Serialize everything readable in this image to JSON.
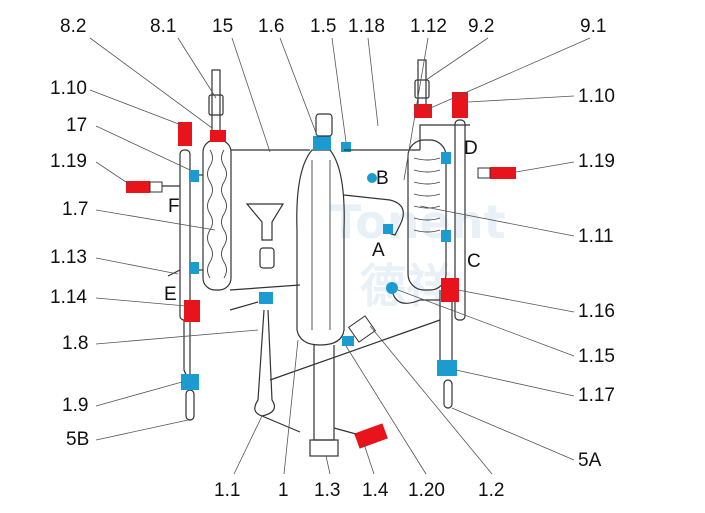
{
  "colors": {
    "stopper_red": "#e8131b",
    "joint_blue": "#1c9bd0",
    "glass_stroke": "#333333",
    "watermark": "#d8e6f3"
  },
  "labels": {
    "top": [
      "8.2",
      "8.1",
      "15",
      "1.6",
      "1.5",
      "1.18",
      "1.12",
      "9.2",
      "9.1"
    ],
    "left": [
      "1.10",
      "17",
      "1.19",
      "1.7",
      "1.13",
      "1.14",
      "1.8",
      "1.9",
      "5B"
    ],
    "right": [
      "1.10",
      "1.19",
      "1.11",
      "1.16",
      "1.15",
      "1.17",
      "5A"
    ],
    "bottom": [
      "1.1",
      "1",
      "1.3",
      "1.4",
      "1.20",
      "1.2"
    ],
    "letters": [
      "B",
      "A",
      "D",
      "C",
      "F",
      "E"
    ]
  },
  "watermark": {
    "text_latin": "Tonent",
    "text_cjk": "德祥"
  }
}
